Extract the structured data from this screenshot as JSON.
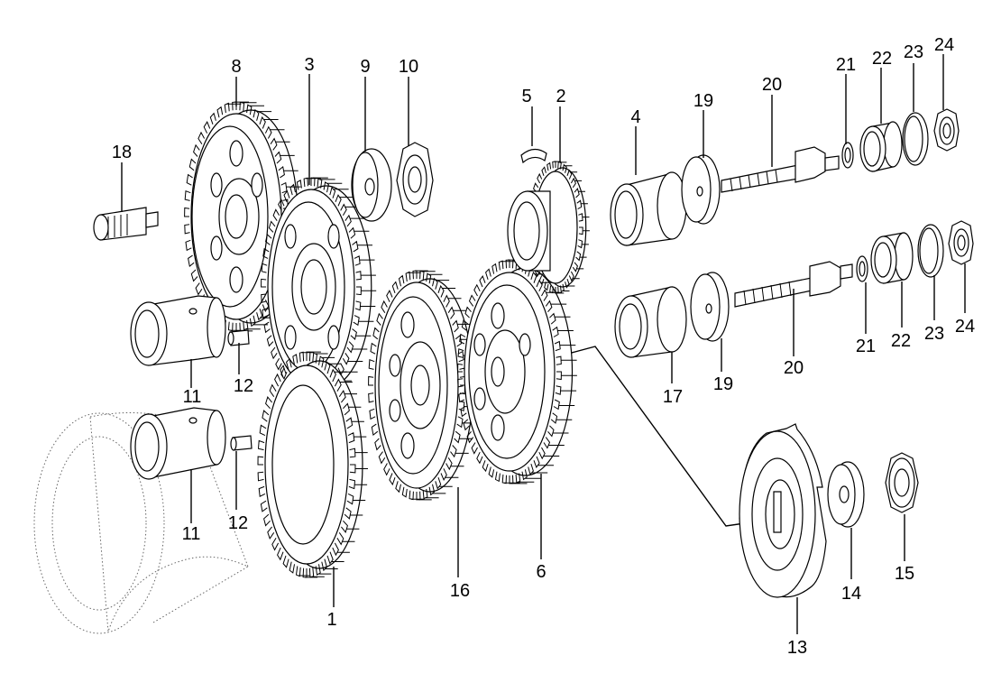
{
  "diagram": {
    "part_labels": [
      "1",
      "2",
      "3",
      "4",
      "5",
      "6",
      "8",
      "9",
      "10",
      "11",
      "11",
      "12",
      "12",
      "13",
      "14",
      "15",
      "16",
      "17",
      "18",
      "19",
      "19",
      "20",
      "20",
      "21",
      "21",
      "22",
      "22",
      "23",
      "23",
      "24",
      "24"
    ]
  }
}
